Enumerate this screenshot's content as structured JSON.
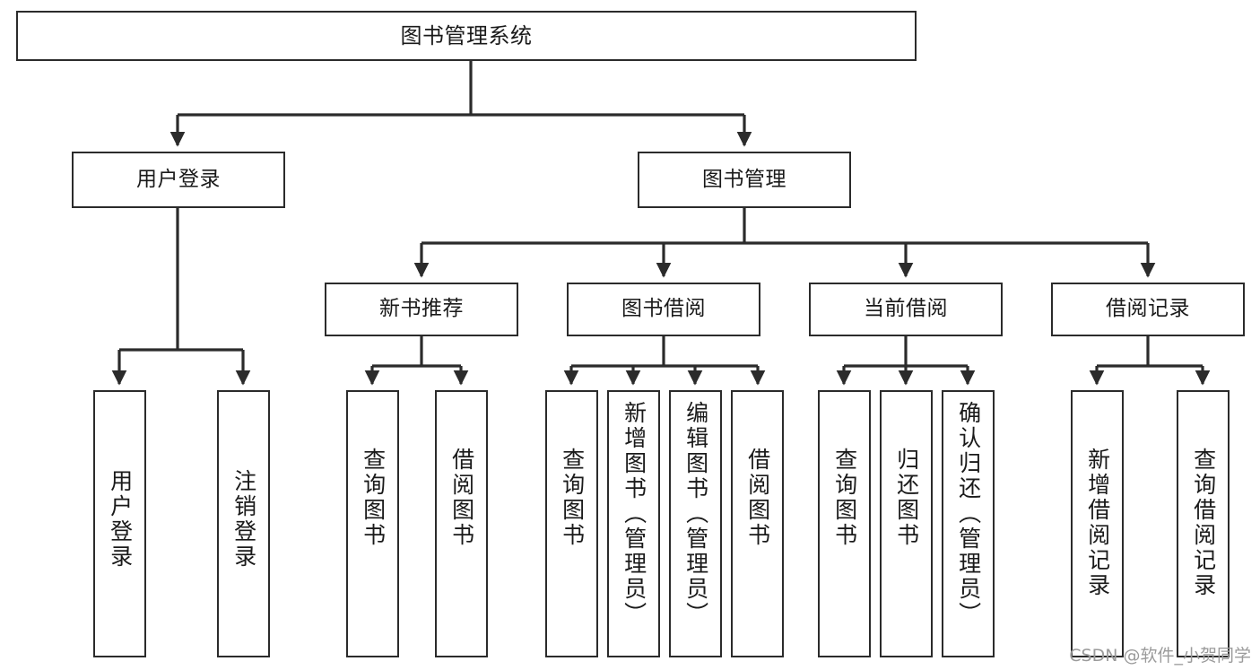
{
  "diagram": {
    "title": "图书管理系统",
    "type": "tree",
    "watermark": "CSDN @软件_小贺同学",
    "style": {
      "box_border_color": "#2b2b2b",
      "box_fill_color": "#ffffff",
      "connector_color": "#2b2b2b",
      "text_color": "#1a1a1a",
      "background": "#ffffff"
    },
    "levels": {
      "root": {
        "label": "图书管理系统"
      },
      "level2": [
        {
          "label": "用户登录"
        },
        {
          "label": "图书管理"
        }
      ],
      "level3": [
        {
          "label": "新书推荐"
        },
        {
          "label": "图书借阅"
        },
        {
          "label": "当前借阅"
        },
        {
          "label": "借阅记录"
        }
      ],
      "leaves": [
        {
          "label": "用户登录",
          "parent": "用户登录"
        },
        {
          "label": "注销登录",
          "parent": "用户登录"
        },
        {
          "label": "查询图书",
          "parent": "新书推荐"
        },
        {
          "label": "借阅图书",
          "parent": "新书推荐"
        },
        {
          "label": "查询图书",
          "parent": "图书借阅"
        },
        {
          "label": "新增图书（管理员）",
          "parent": "图书借阅"
        },
        {
          "label": "编辑图书（管理员）",
          "parent": "图书借阅"
        },
        {
          "label": "借阅图书",
          "parent": "图书借阅"
        },
        {
          "label": "查询图书",
          "parent": "当前借阅"
        },
        {
          "label": "归还图书",
          "parent": "当前借阅"
        },
        {
          "label": "确认归还（管理员）",
          "parent": "当前借阅"
        },
        {
          "label": "新增借阅记录",
          "parent": "借阅记录"
        },
        {
          "label": "查询借阅记录",
          "parent": "借阅记录"
        }
      ]
    }
  }
}
